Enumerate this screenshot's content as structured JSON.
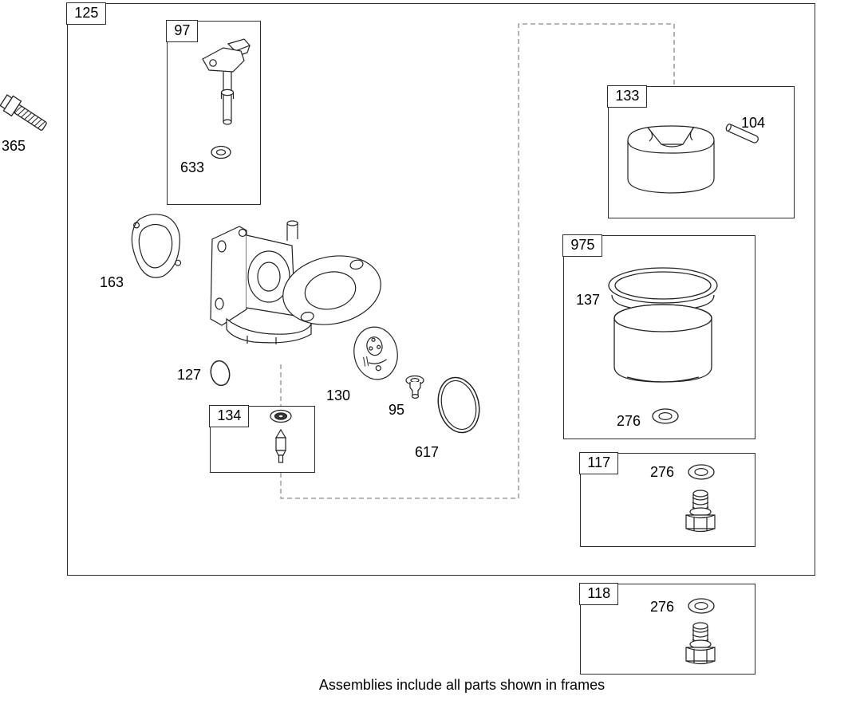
{
  "diagram": {
    "footer_note": "Assemblies include all parts shown in frames",
    "frames": {
      "f125": {
        "label": "125"
      },
      "f97": {
        "label": "97"
      },
      "f133": {
        "label": "133"
      },
      "f975": {
        "label": "975"
      },
      "f134": {
        "label": "134"
      },
      "f117": {
        "label": "117"
      },
      "f118": {
        "label": "118"
      }
    },
    "part_labels": {
      "p365": "365",
      "p633": "633",
      "p163": "163",
      "p127": "127",
      "p130": "130",
      "p95": "95",
      "p617": "617",
      "p104": "104",
      "p137": "137",
      "p276_bowl": "276",
      "p276_f117": "276",
      "p276_f118": "276"
    }
  }
}
